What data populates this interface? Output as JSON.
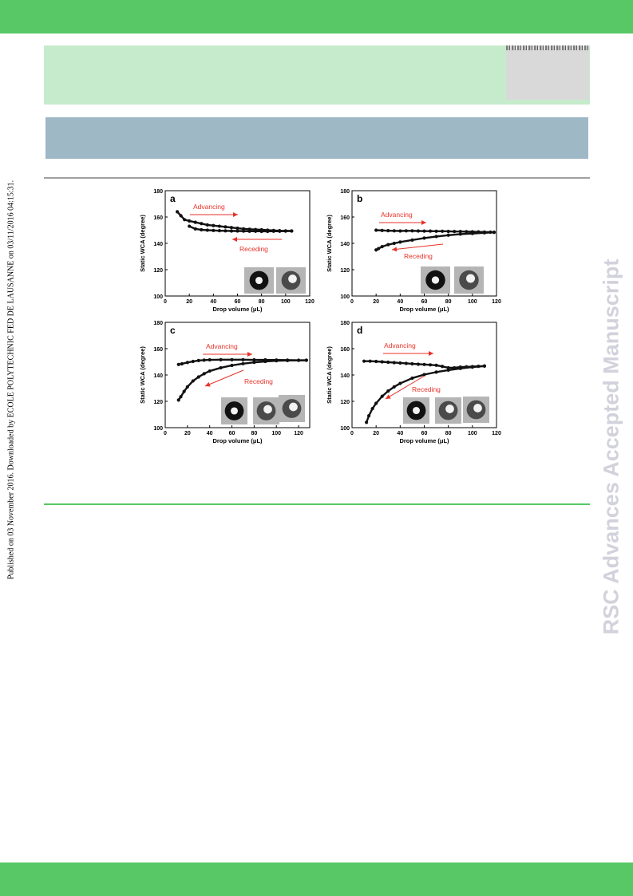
{
  "side_note": "Published on 03 November 2016. Downloaded by ECOLE POLYTECHNIC FED DE LAUSANNE on 03/11/2016 04:15:31.",
  "watermark": "RSC Advances Accepted Manuscript",
  "chart_data": [
    {
      "panel": "a",
      "type": "scatter",
      "xlabel": "Drop volume (μL)",
      "ylabel": "Static WCA (degree)",
      "xlim": [
        0,
        120
      ],
      "ylim": [
        100,
        180
      ],
      "xticks": [
        0,
        20,
        40,
        60,
        80,
        100,
        120
      ],
      "yticks": [
        100,
        120,
        140,
        160,
        180
      ],
      "annotations": [
        "Advancing",
        "Receding"
      ],
      "series": [
        {
          "x": [
            10,
            13,
            16,
            20,
            25,
            30,
            35,
            40,
            45,
            50,
            55,
            60,
            65,
            70,
            75,
            80,
            85,
            90,
            95,
            100,
            105
          ],
          "y": [
            164,
            161,
            158,
            157,
            156,
            155,
            154,
            153.5,
            153,
            152.5,
            152,
            151.5,
            151,
            150.7,
            150.5,
            150.3,
            150,
            149.8,
            149.6,
            149.5,
            149.4
          ]
        },
        {
          "x": [
            105,
            100,
            95,
            90,
            85,
            80,
            75,
            70,
            65,
            60,
            55,
            50,
            45,
            40,
            35,
            30,
            25,
            20
          ],
          "y": [
            149.4,
            149.3,
            149.2,
            149.2,
            149.1,
            149.1,
            149.2,
            149.2,
            149.3,
            149.4,
            149.4,
            149.5,
            149.6,
            149.8,
            150,
            150.3,
            151,
            153
          ]
        }
      ]
    },
    {
      "panel": "b",
      "type": "scatter",
      "xlabel": "Drop volume (μL)",
      "ylabel": "Static WCA (degree)",
      "xlim": [
        0,
        120
      ],
      "ylim": [
        100,
        180
      ],
      "xticks": [
        0,
        20,
        40,
        60,
        80,
        100,
        120
      ],
      "yticks": [
        100,
        120,
        140,
        160,
        180
      ],
      "annotations": [
        "Advancing",
        "Receding"
      ],
      "series": [
        {
          "x": [
            20,
            25,
            30,
            35,
            40,
            45,
            50,
            55,
            60,
            65,
            70,
            75,
            80,
            85,
            90,
            95,
            100,
            105,
            110,
            115,
            118
          ],
          "y": [
            150,
            149.8,
            149.6,
            149.5,
            149.4,
            149.5,
            149.5,
            149.4,
            149.3,
            149.3,
            149.2,
            149.2,
            149.1,
            149,
            149,
            148.9,
            148.8,
            148.7,
            148.6,
            148.5,
            148.4
          ]
        },
        {
          "x": [
            118,
            110,
            100,
            90,
            80,
            70,
            60,
            50,
            40,
            35,
            30,
            25,
            22,
            20
          ],
          "y": [
            148.4,
            148,
            147.5,
            147,
            146.2,
            145.2,
            144,
            142.5,
            141,
            140,
            139,
            137.5,
            136,
            135
          ]
        }
      ]
    },
    {
      "panel": "c",
      "type": "scatter",
      "xlabel": "Drop volume (μL)",
      "ylabel": "Static WCA (degree)",
      "xlim": [
        0,
        130
      ],
      "ylim": [
        100,
        180
      ],
      "xticks": [
        0,
        20,
        40,
        60,
        80,
        100,
        120
      ],
      "yticks": [
        100,
        120,
        140,
        160,
        180
      ],
      "annotations": [
        "Advancing",
        "Receding"
      ],
      "series": [
        {
          "x": [
            12,
            15,
            20,
            25,
            30,
            35,
            40,
            50,
            60,
            70,
            80,
            90,
            100,
            110,
            120,
            127
          ],
          "y": [
            148,
            148.5,
            149.5,
            150.3,
            151,
            151.3,
            151.5,
            151.6,
            151.6,
            151.6,
            151.5,
            151.5,
            151.4,
            151.3,
            151.2,
            151.2
          ]
        },
        {
          "x": [
            127,
            120,
            110,
            100,
            90,
            80,
            70,
            60,
            50,
            40,
            35,
            30,
            25,
            20,
            17,
            14,
            12
          ],
          "y": [
            151.2,
            151.1,
            151,
            150.8,
            150.3,
            149.6,
            148.6,
            147.3,
            145.5,
            143,
            141,
            138.5,
            135.5,
            131,
            127.5,
            123.5,
            121
          ]
        }
      ]
    },
    {
      "panel": "d",
      "type": "scatter",
      "xlabel": "Drop volume (μL)",
      "ylabel": "Static WCA (degree)",
      "xlim": [
        0,
        120
      ],
      "ylim": [
        100,
        180
      ],
      "xticks": [
        0,
        20,
        40,
        60,
        80,
        100,
        120
      ],
      "yticks": [
        100,
        120,
        140,
        160,
        180
      ],
      "annotations": [
        "Advancing",
        "Receding"
      ],
      "series": [
        {
          "x": [
            10,
            15,
            20,
            25,
            30,
            35,
            40,
            45,
            50,
            55,
            60,
            65,
            70,
            75,
            80,
            85,
            90,
            95,
            100,
            105,
            110
          ],
          "y": [
            150.5,
            150.5,
            150.3,
            150,
            149.7,
            149.4,
            149.1,
            148.8,
            148.5,
            148.2,
            148,
            147.7,
            147.4,
            146.5,
            145.5,
            145.5,
            146,
            146.2,
            146.4,
            146.6,
            146.8
          ]
        },
        {
          "x": [
            110,
            100,
            90,
            80,
            70,
            60,
            50,
            40,
            35,
            30,
            25,
            20,
            17,
            14,
            12
          ],
          "y": [
            146.8,
            146,
            145,
            143.7,
            142.2,
            140.3,
            137.6,
            133.6,
            131,
            127.8,
            123.8,
            118.5,
            114.5,
            109,
            104
          ]
        }
      ]
    }
  ]
}
